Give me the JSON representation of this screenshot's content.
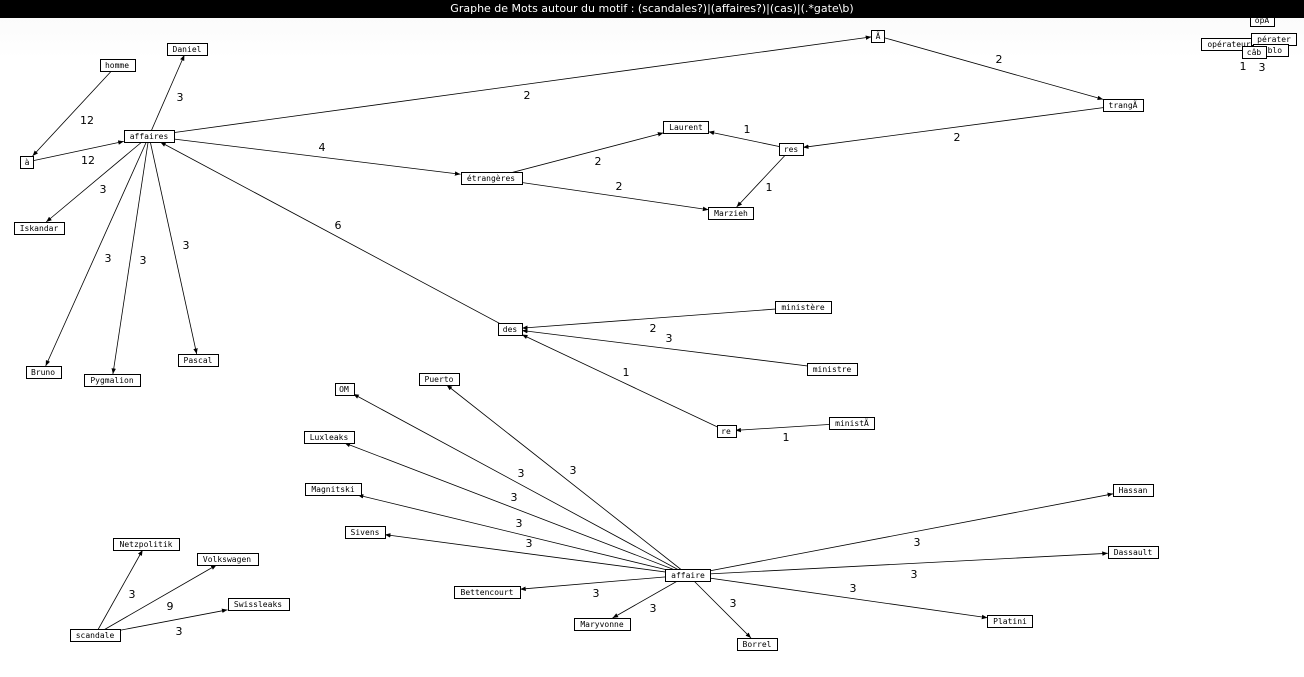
{
  "window": {
    "title": "Graphe de Mots autour du motif : (scandales?)|(affaires?)|(cas)|(.*gate\\b)"
  },
  "graph": {
    "nodes": [
      {
        "id": "Daniel",
        "label": "Daniel"
      },
      {
        "id": "homme",
        "label": "homme"
      },
      {
        "id": "affaires",
        "label": "affaires"
      },
      {
        "id": "a_small",
        "label": "à"
      },
      {
        "id": "Iskandar",
        "label": "Iskandar"
      },
      {
        "id": "Bruno",
        "label": "Bruno"
      },
      {
        "id": "Pygmalion",
        "label": "Pygmalion"
      },
      {
        "id": "Pascal",
        "label": "Pascal"
      },
      {
        "id": "etrangeres",
        "label": "étrangères"
      },
      {
        "id": "Laurent",
        "label": "Laurent"
      },
      {
        "id": "Marzieh",
        "label": "Marzieh"
      },
      {
        "id": "res",
        "label": "res"
      },
      {
        "id": "A_top",
        "label": "Ã"
      },
      {
        "id": "trangA",
        "label": "trangÃ"
      },
      {
        "id": "des",
        "label": "des"
      },
      {
        "id": "ministere",
        "label": "ministère"
      },
      {
        "id": "ministre",
        "label": "ministre"
      },
      {
        "id": "re",
        "label": "re"
      },
      {
        "id": "ministA",
        "label": "ministÃ"
      },
      {
        "id": "OM",
        "label": "OM"
      },
      {
        "id": "Puerto",
        "label": "Puerto"
      },
      {
        "id": "Luxleaks",
        "label": "Luxleaks"
      },
      {
        "id": "Magnitski",
        "label": "Magnitski"
      },
      {
        "id": "Sivens",
        "label": "Sivens"
      },
      {
        "id": "Bettencourt",
        "label": "Bettencourt"
      },
      {
        "id": "Maryvonne",
        "label": "Maryvonne"
      },
      {
        "id": "Borrel",
        "label": "Borrel"
      },
      {
        "id": "affaire",
        "label": "affaire"
      },
      {
        "id": "Hassan",
        "label": "Hassan"
      },
      {
        "id": "Dassault",
        "label": "Dassault"
      },
      {
        "id": "Platini",
        "label": "Platini"
      },
      {
        "id": "Netzpolitik",
        "label": "Netzpolitik"
      },
      {
        "id": "Volkswagen",
        "label": "Volkswagen"
      },
      {
        "id": "Swissleaks",
        "label": "Swissleaks"
      },
      {
        "id": "scandale",
        "label": "scandale"
      },
      {
        "id": "opA",
        "label": "opÃ"
      },
      {
        "id": "operateur",
        "label": "opérateur"
      },
      {
        "id": "operater",
        "label": "pérater"
      },
      {
        "id": "cablo",
        "label": "câblo"
      },
      {
        "id": "cab",
        "label": "câb"
      }
    ],
    "edges": [
      {
        "from": "affaires",
        "to": "Daniel",
        "label": "3"
      },
      {
        "from": "homme",
        "to": "a_small",
        "label": "12"
      },
      {
        "from": "a_small",
        "to": "affaires",
        "label": "12"
      },
      {
        "from": "affaires",
        "to": "Iskandar",
        "label": "3"
      },
      {
        "from": "affaires",
        "to": "Bruno",
        "label": "3"
      },
      {
        "from": "affaires",
        "to": "Pygmalion",
        "label": "3"
      },
      {
        "from": "affaires",
        "to": "Pascal",
        "label": "3"
      },
      {
        "from": "affaires",
        "to": "A_top",
        "label": "2"
      },
      {
        "from": "A_top",
        "to": "trangA",
        "label": "2"
      },
      {
        "from": "trangA",
        "to": "res",
        "label": "2"
      },
      {
        "from": "res",
        "to": "Laurent",
        "label": "1"
      },
      {
        "from": "res",
        "to": "Marzieh",
        "label": "1"
      },
      {
        "from": "affaires",
        "to": "etrangeres",
        "label": "4"
      },
      {
        "from": "etrangeres",
        "to": "Laurent",
        "label": "2"
      },
      {
        "from": "etrangeres",
        "to": "Marzieh",
        "label": "2"
      },
      {
        "from": "des",
        "to": "affaires",
        "label": "6"
      },
      {
        "from": "ministere",
        "to": "des",
        "label": "2"
      },
      {
        "from": "ministre",
        "to": "des",
        "label": "3"
      },
      {
        "from": "re",
        "to": "des",
        "label": "1"
      },
      {
        "from": "ministA",
        "to": "re",
        "label": "1"
      },
      {
        "from": "affaire",
        "to": "OM",
        "label": "3"
      },
      {
        "from": "affaire",
        "to": "Puerto",
        "label": "3"
      },
      {
        "from": "affaire",
        "to": "Luxleaks",
        "label": "3"
      },
      {
        "from": "affaire",
        "to": "Magnitski",
        "label": "3"
      },
      {
        "from": "affaire",
        "to": "Sivens",
        "label": "3"
      },
      {
        "from": "affaire",
        "to": "Bettencourt",
        "label": "3"
      },
      {
        "from": "affaire",
        "to": "Maryvonne",
        "label": "3"
      },
      {
        "from": "affaire",
        "to": "Borrel",
        "label": "3"
      },
      {
        "from": "affaire",
        "to": "Hassan",
        "label": "3"
      },
      {
        "from": "affaire",
        "to": "Dassault",
        "label": "3"
      },
      {
        "from": "affaire",
        "to": "Platini",
        "label": "3"
      },
      {
        "from": "scandale",
        "to": "Netzpolitik",
        "label": "3"
      },
      {
        "from": "scandale",
        "to": "Volkswagen",
        "label": "9"
      },
      {
        "from": "scandale",
        "to": "Swissleaks",
        "label": "3"
      }
    ],
    "cluster_labels": [
      {
        "id": "cl1",
        "label": "1"
      },
      {
        "id": "cl3",
        "label": "3"
      }
    ]
  }
}
